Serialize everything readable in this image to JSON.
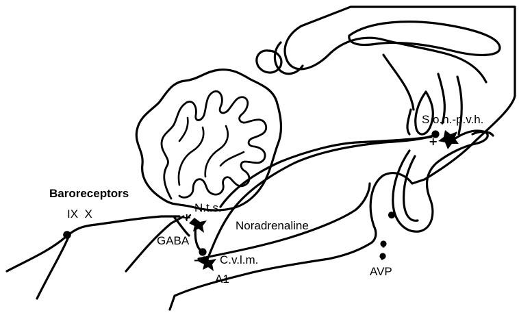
{
  "diagram": {
    "labels": {
      "baroreceptors": "Baroreceptors",
      "nerves": "IX  X",
      "nts": "N.t.s.",
      "gaba": "GABA",
      "noradrenaline": "Noradrenaline",
      "cvlm": "C.v.l.m.",
      "a1": "A1",
      "son_pvh": "S.o.n.-p.v.h.",
      "avp": "AVP",
      "plus_nts": "+",
      "plus_son": "+",
      "minus_cvlm": "−"
    },
    "ink_color": "#000000",
    "background_color": "#ffffff"
  }
}
